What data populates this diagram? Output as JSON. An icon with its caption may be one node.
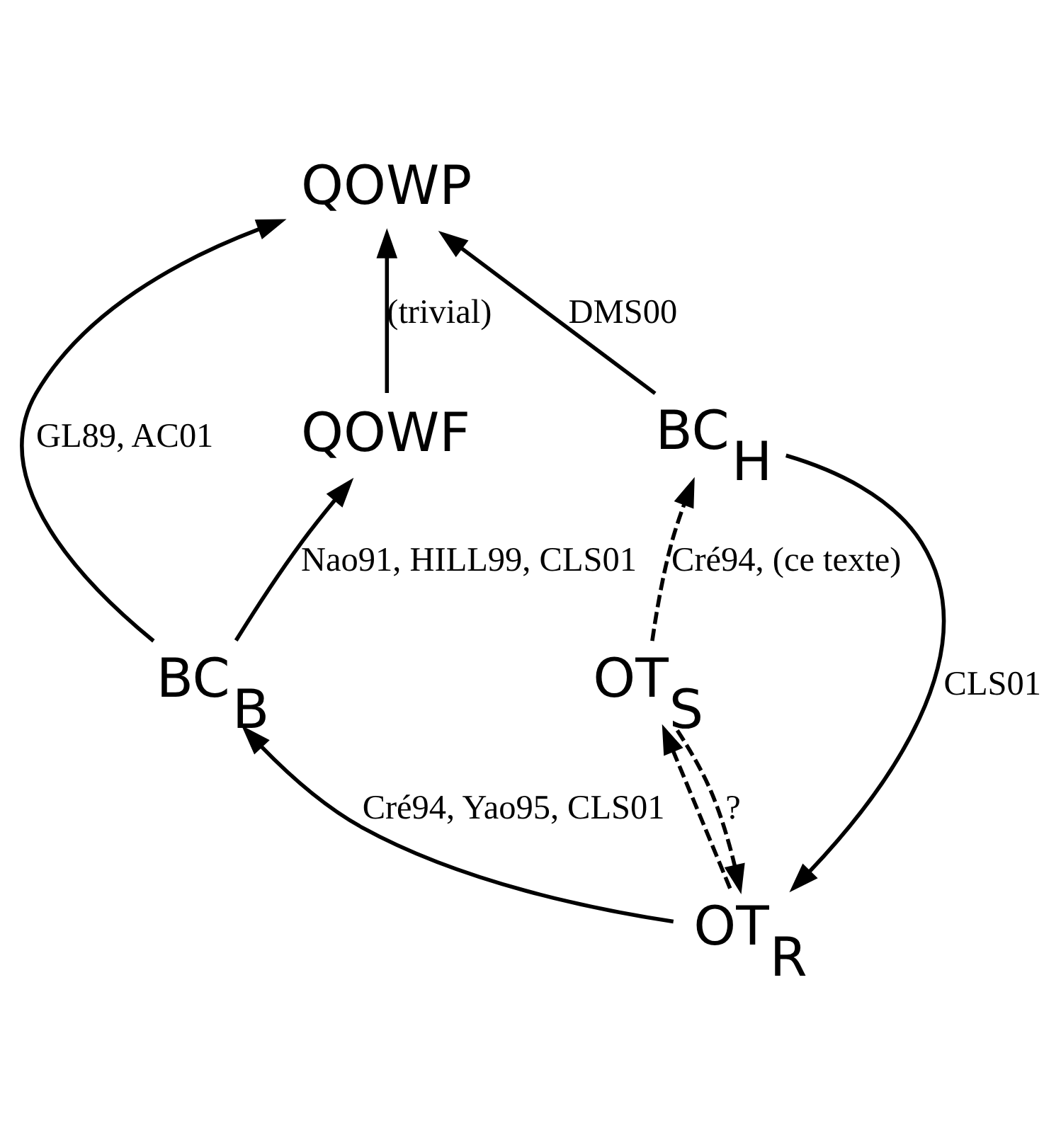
{
  "diagram": {
    "nodes": [
      {
        "text": [
          "QOWP"
        ]
      },
      {
        "text": [
          "QOWF"
        ]
      },
      {
        "text": [
          "BC$_{B}$"
        ]
      },
      {
        "text": [
          "OT$_{R}$"
        ]
      },
      {
        "text": [
          "BC$_{H}$"
        ]
      },
      {
        "text": [
          "OT$_{S}$"
        ]
      }
    ],
    "edges": [
      {
        "from": 1,
        "to": 0,
        "arrow": "to",
        "label": "(trivial)"
      },
      {
        "from": 2,
        "to": 0,
        "arrow": "to",
        "label": "GL89, AC01"
      },
      {
        "from": 2,
        "to": 1,
        "arrow": "to",
        "label": "Nao91, HILL99, CLS01"
      },
      {
        "from": 3,
        "to": 2,
        "arrow": "to",
        "label": "Cré94, Yao95, CLS01"
      },
      {
        "from": 4,
        "to": 0,
        "arrow": "to",
        "label": "DMS00"
      },
      {
        "from": 4,
        "to": 3,
        "arrow": "to",
        "label": "CLS01"
      },
      {
        "from": 5,
        "to": 4,
        "arrow": "to",
        "label": "Cré94, (ce texte)",
        "style": "dashed"
      },
      {
        "from": 5,
        "to": 3,
        "arrow": "to",
        "label": "?",
        "style": "dashed"
      },
      {
        "from": 3,
        "to": 5,
        "arrow": "to",
        "style": "dashed"
      }
    ]
  }
}
